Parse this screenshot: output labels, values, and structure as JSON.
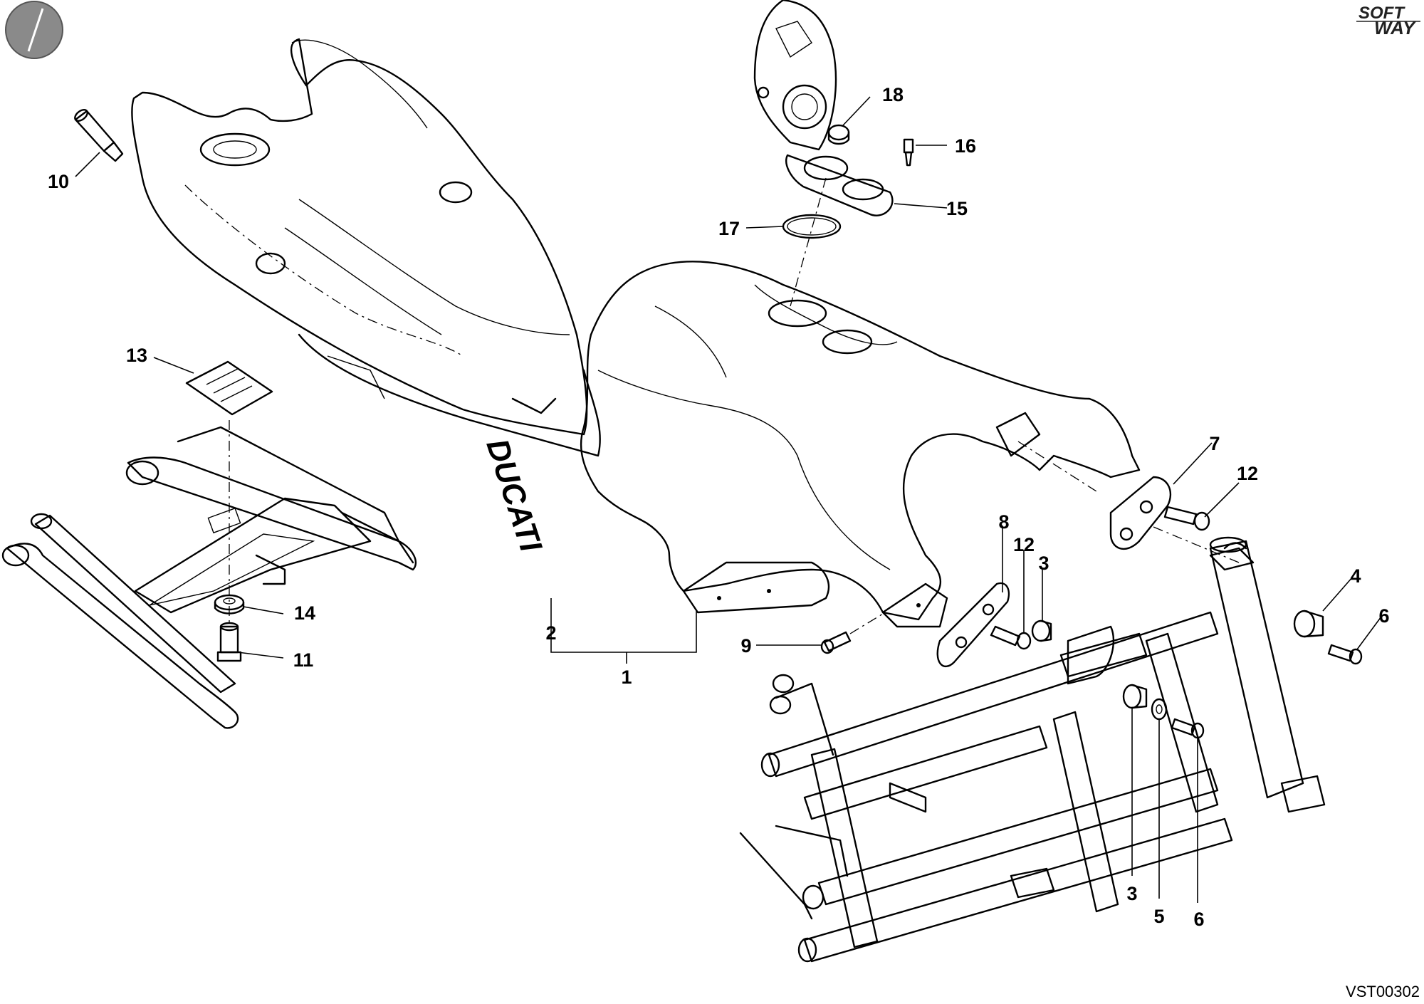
{
  "drawing_code": "VST00302",
  "publisher_logo": {
    "line1": "SOFT",
    "line2": "WAY"
  },
  "decal_text": "DUCATI",
  "callouts": [
    {
      "id": "c1",
      "label": "1"
    },
    {
      "id": "c2",
      "label": "2"
    },
    {
      "id": "c3a",
      "label": "3"
    },
    {
      "id": "c3b",
      "label": "3"
    },
    {
      "id": "c4",
      "label": "4"
    },
    {
      "id": "c5",
      "label": "5"
    },
    {
      "id": "c6a",
      "label": "6"
    },
    {
      "id": "c6b",
      "label": "6"
    },
    {
      "id": "c7",
      "label": "7"
    },
    {
      "id": "c8",
      "label": "8"
    },
    {
      "id": "c9",
      "label": "9"
    },
    {
      "id": "c10",
      "label": "10"
    },
    {
      "id": "c11",
      "label": "11"
    },
    {
      "id": "c12a",
      "label": "12"
    },
    {
      "id": "c12b",
      "label": "12"
    },
    {
      "id": "c13",
      "label": "13"
    },
    {
      "id": "c14",
      "label": "14"
    },
    {
      "id": "c15",
      "label": "15"
    },
    {
      "id": "c16",
      "label": "16"
    },
    {
      "id": "c17",
      "label": "17"
    },
    {
      "id": "c18",
      "label": "18"
    }
  ]
}
